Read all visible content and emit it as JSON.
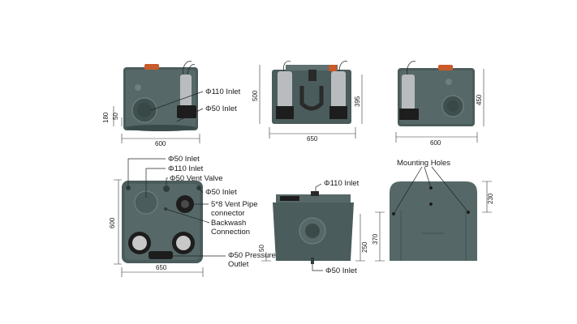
{
  "colors": {
    "tank": "#4a5c5b",
    "tank_dark": "#3a4a49",
    "tank_light": "#5e7170",
    "pump_metal": "#b9bcbf",
    "motor_black": "#1d1d1d",
    "accent_orange": "#c95a2a"
  },
  "front_view": {
    "labels": {
      "inlet110": "Φ110 Inlet",
      "inlet50": "Φ50 Inlet"
    },
    "dims": {
      "width": "600",
      "h180": "180",
      "h50": "50"
    }
  },
  "center_view": {
    "dims": {
      "width": "650",
      "h500": "500",
      "h395": "395"
    }
  },
  "side_view": {
    "dims": {
      "width": "600",
      "h450": "450"
    }
  },
  "top_view": {
    "labels": {
      "inlet50a": "Φ50 Inlet",
      "inlet110": "Φ110 Inlet",
      "vent_valve": "Φ50 Vent Valve",
      "inlet50b": "Φ50 Inlet",
      "vent_pipe": [
        "5*8 Vent Pipe",
        "connector"
      ],
      "backwash": [
        "Backwash",
        "Connection"
      ],
      "pressure": [
        "Φ50 Pressure",
        "Outlet"
      ]
    },
    "dims": {
      "depth": "600",
      "width": "650"
    }
  },
  "tank_view": {
    "labels": {
      "inlet110": "Φ110 Inlet",
      "inlet50": "Φ50 Inlet"
    },
    "dims": {
      "h50": "50",
      "h250": "250"
    }
  },
  "base_view": {
    "labels": {
      "mounting": "Mounting Holes"
    },
    "dims": {
      "h230": "230",
      "h370": "370"
    }
  }
}
